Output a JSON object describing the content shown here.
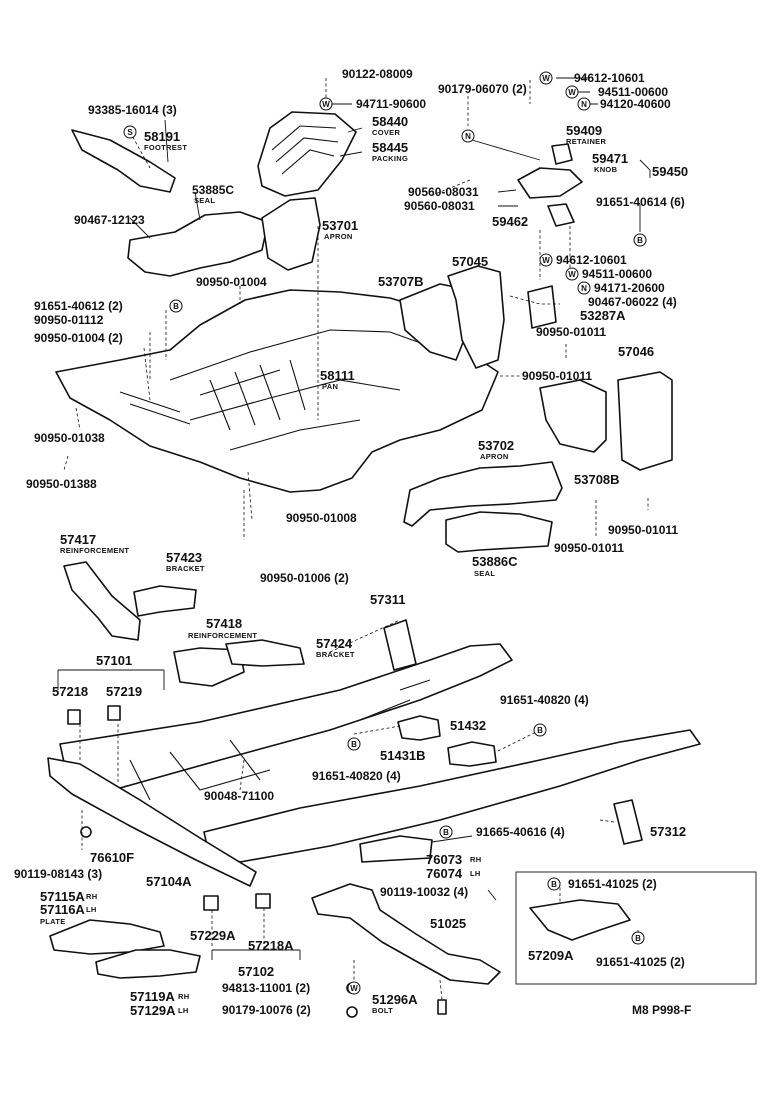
{
  "diagram_code": "M8 P998-F",
  "symbols": {
    "S": "S",
    "W": "W",
    "N": "N",
    "B": "B"
  },
  "parts": {
    "p93385": "93385-16014 (3)",
    "p58191": "58191",
    "p58191_sub": "FOOTREST",
    "p53885c": "53885C",
    "p53885c_sub": "SEAL",
    "p90467_12123": "90467-12123",
    "p90122": "90122-08009",
    "p94711": "94711-90600",
    "p58440": "58440",
    "p58440_sub": "COVER",
    "p58445": "58445",
    "p58445_sub": "PACKING",
    "p53701": "53701",
    "p53701_sub": "APRON",
    "p90950_01004": "90950-01004",
    "p90179_06070": "90179-06070 (2)",
    "p94612_top": "94612-10601",
    "p94511_top": "94511-00600",
    "p94120": "94120-40600",
    "p59409": "59409",
    "p59409_sub": "RETAINER",
    "p59471": "59471",
    "p59471_sub": "KNOB",
    "p59450": "59450",
    "p90560_a": "90560-08031",
    "p90560_b": "90560-08031",
    "p59462": "59462",
    "p91651_40614": "91651-40614 (6)",
    "p94612_bot": "94612-10601",
    "p94511_bot": "94511-00600",
    "p94171": "94171-20600",
    "p91651_40612": "91651-40612 (2)",
    "p90950_01112": "90950-01112",
    "p90950_01004_2": "90950-01004 (2)",
    "p53707b": "53707B",
    "p57045": "57045",
    "p90467_06022": "90467-06022 (4)",
    "p53287a": "53287A",
    "p90950_01011_a": "90950-01011",
    "p57046": "57046",
    "p90950_01011_b": "90950-01011",
    "p58111": "58111",
    "p58111_sub": "PAN",
    "p90950_01038": "90950-01038",
    "p90950_01388": "90950-01388",
    "p53702": "53702",
    "p53702_sub": "APRON",
    "p53708b": "53708B",
    "p90950_01011_c": "90950-01011",
    "p90950_01011_d": "90950-01011",
    "p53886c": "53886C",
    "p53886c_sub": "SEAL",
    "p90950_01008": "90950-01008",
    "p90950_01006": "90950-01006 (2)",
    "p57417": "57417",
    "p57417_sub": "REINFORCEMENT",
    "p57423": "57423",
    "p57423_sub": "BRACKET",
    "p57311": "57311",
    "p57418": "57418",
    "p57418_sub": "REINFORCEMENT",
    "p57424": "57424",
    "p57424_sub": "BRACKET",
    "p57101": "57101",
    "p57218": "57218",
    "p57219": "57219",
    "p91651_40820_a": "91651-40820 (4)",
    "p51432": "51432",
    "p51431b": "51431B",
    "p91651_40820_b": "91651-40820 (4)",
    "p90048": "90048-71100",
    "p57312": "57312",
    "p91665": "91665-40616 (4)",
    "p76610f": "76610F",
    "p90119_08143": "90119-08143 (3)",
    "p57104a": "57104A",
    "p76073": "76073",
    "p76073_sub": "RH",
    "p76074": "76074",
    "p76074_sub": "LH",
    "p90119_10032": "90119-10032 (4)",
    "p91651_41025_a": "91651-41025 (2)",
    "p57115a": "57115A",
    "p57115a_sub": "RH",
    "p57116a": "57116A",
    "p57116a_sub": "LH",
    "p_plate_sub": "PLATE",
    "p51025": "51025",
    "p57209a": "57209A",
    "p91651_41025_b": "91651-41025 (2)",
    "p57229a": "57229A",
    "p57218a": "57218A",
    "p57102": "57102",
    "p94813": "94813-11001 (2)",
    "p90179_10076": "90179-10076 (2)",
    "p51296a": "51296A",
    "p51296a_sub": "BOLT",
    "p57119a": "57119A",
    "p57119a_sub": "RH",
    "p57129a": "57129A",
    "p57129a_sub": "LH"
  }
}
